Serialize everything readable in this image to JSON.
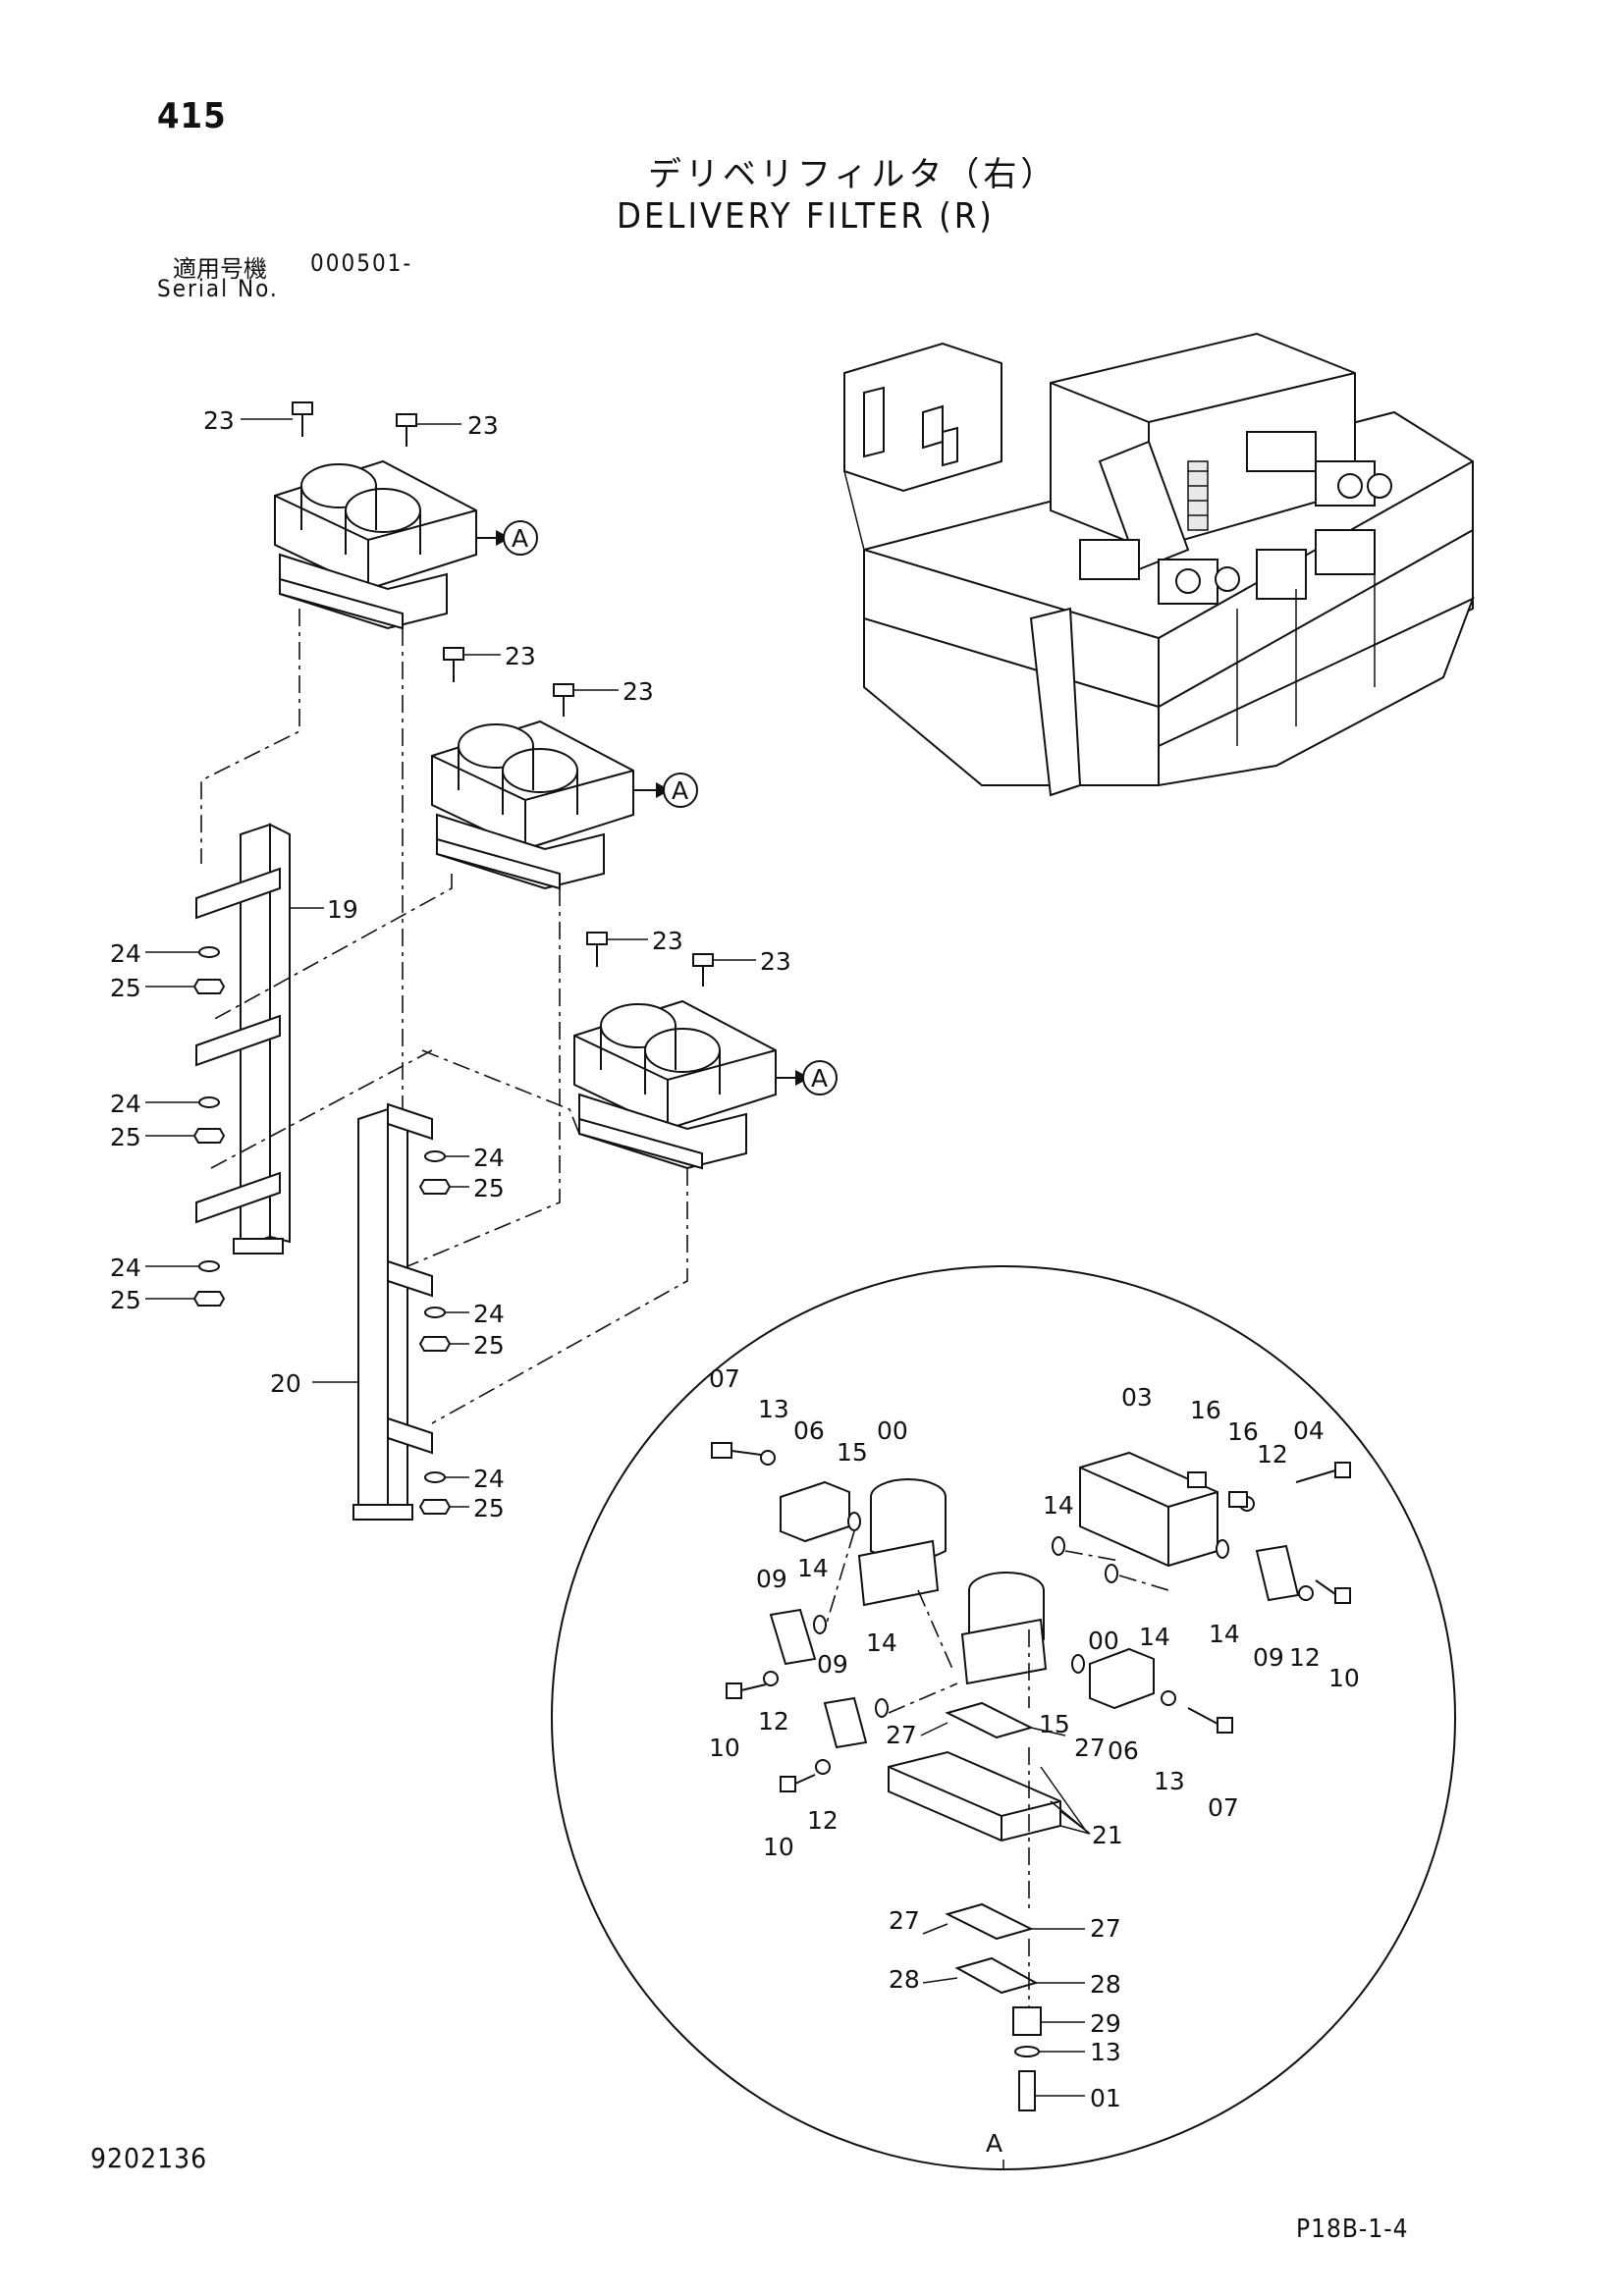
{
  "page": {
    "number": "415",
    "title_jp": "デリベリフィルタ（右）",
    "title_en": "DELIVERY FILTER (R)",
    "serial_label_jp": "適用号機",
    "serial_value": "000501-",
    "serial_label_en": "Serial No.",
    "doc_number": "9202136",
    "plate_code": "P18B-1-4"
  },
  "callouts": {
    "c23": "23",
    "c19": "19",
    "c20": "20",
    "c24": "24",
    "c25": "25",
    "c21": "21",
    "c27": "27",
    "c28": "28",
    "c29": "29",
    "c13": "13",
    "c01": "01",
    "c00": "00",
    "c03": "03",
    "c04": "04",
    "c06": "06",
    "c07": "07",
    "c09": "09",
    "c10": "10",
    "c12": "12",
    "c14": "14",
    "c15": "15",
    "c16": "16",
    "detail_ref": "A"
  }
}
